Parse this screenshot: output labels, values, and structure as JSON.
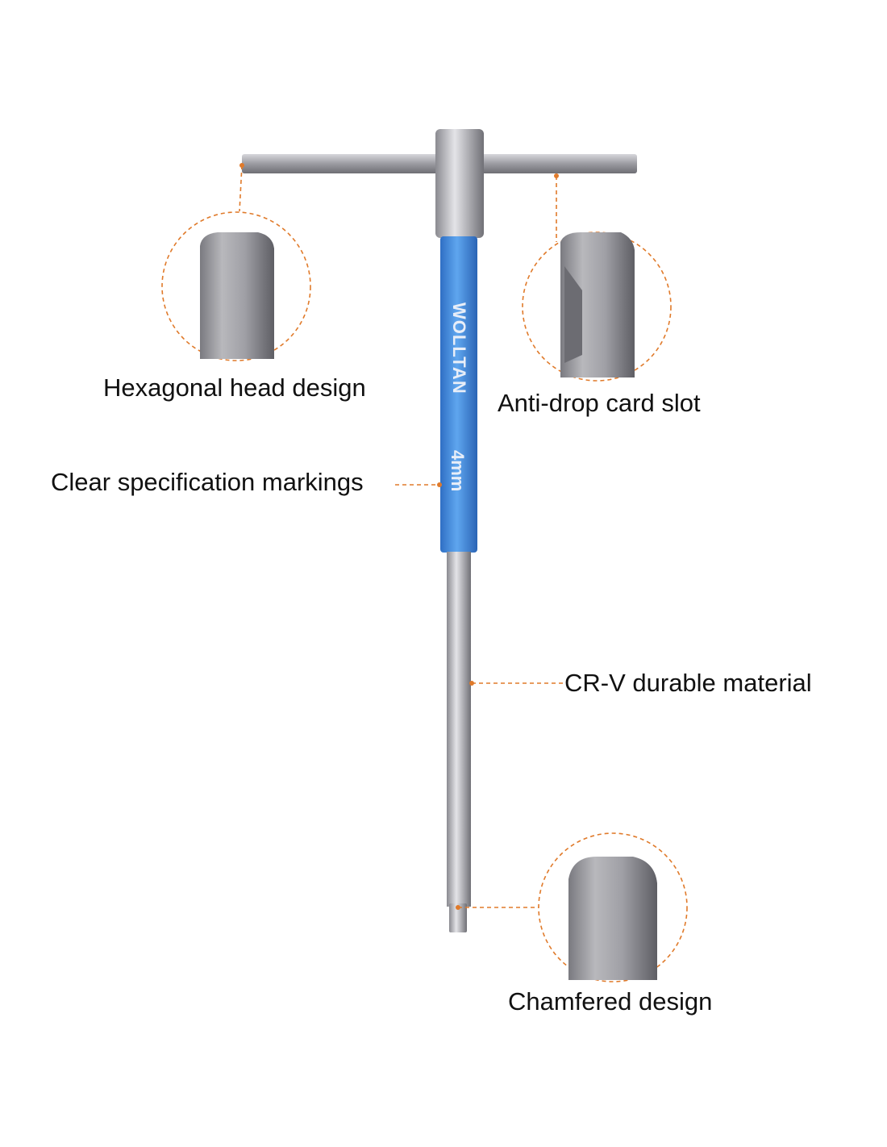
{
  "callouts": {
    "hexagonal": "Hexagonal head design",
    "anti_drop": "Anti-drop card slot",
    "markings": "Clear specification markings",
    "material": "CR-V durable material",
    "chamfered": "Chamfered design"
  },
  "tool": {
    "brand": "WOLLTAN",
    "size": "4mm"
  },
  "colors": {
    "accent": "#e07a2a",
    "handle": "#3d8ce0",
    "steel": "#a8a8ae"
  }
}
